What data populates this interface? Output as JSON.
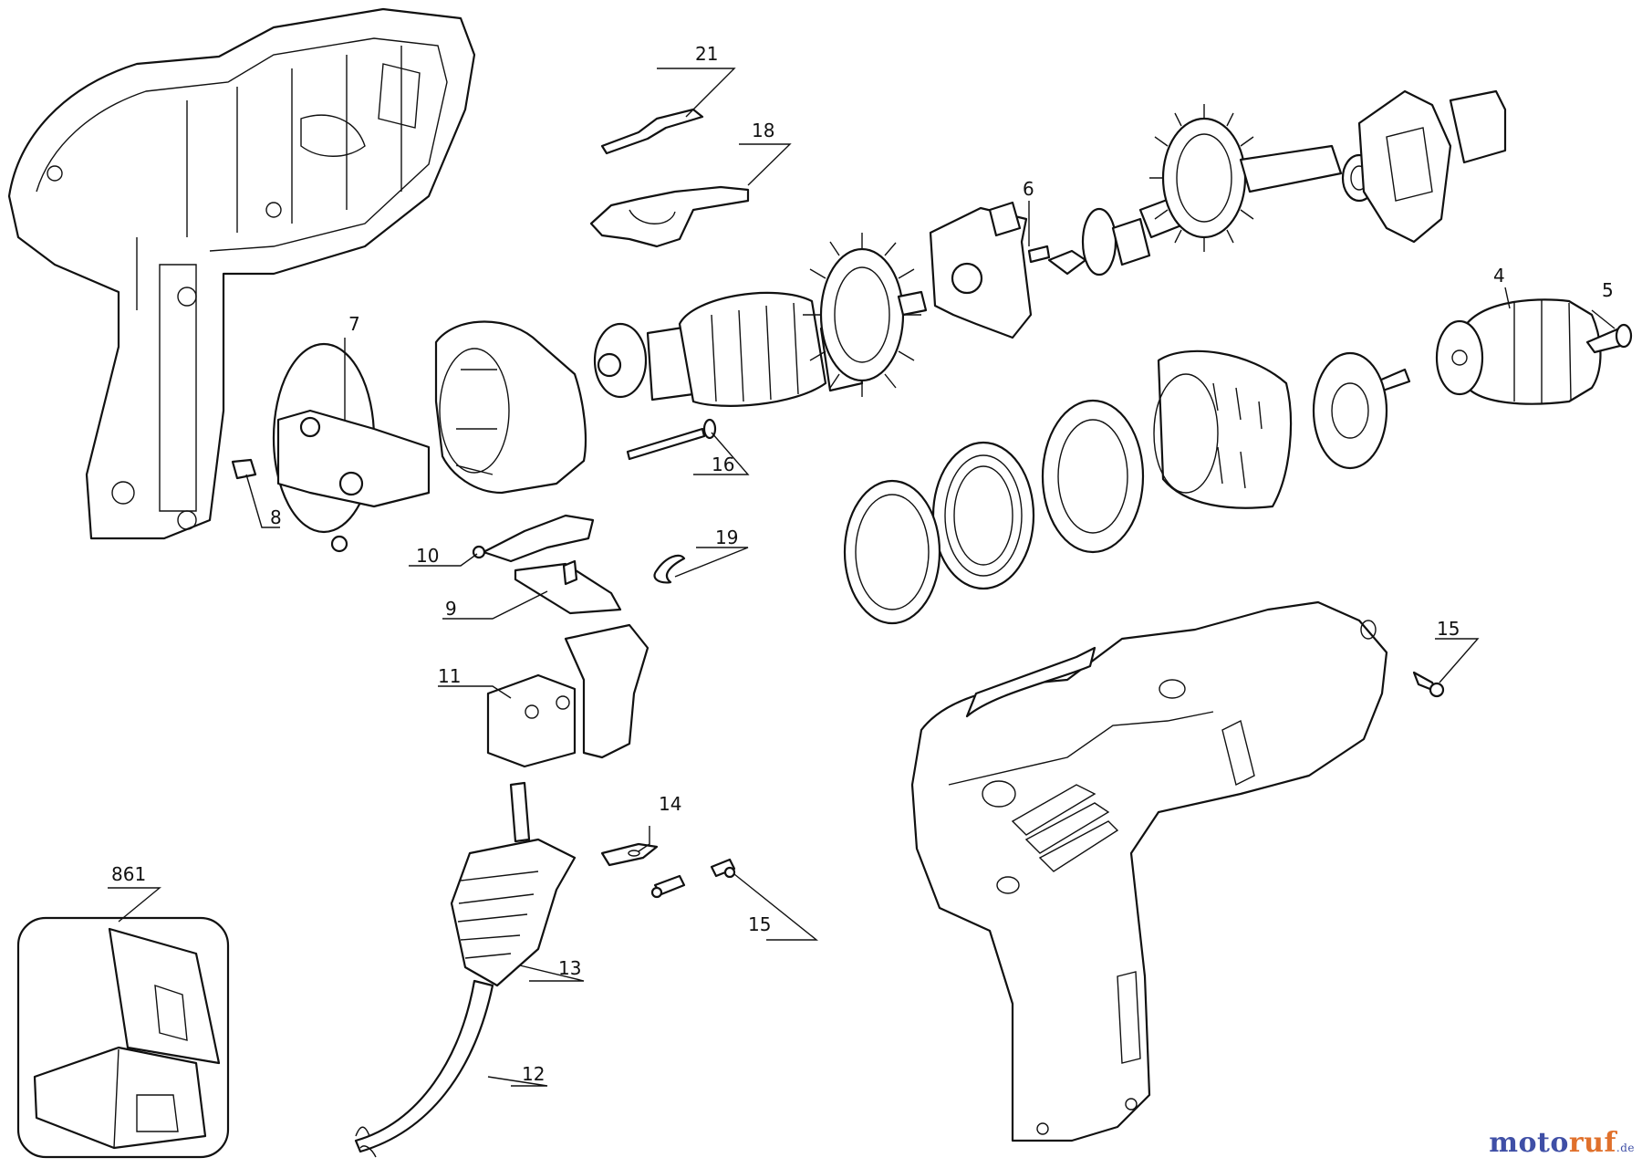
{
  "diagram": {
    "callouts": {
      "p21": "21",
      "p18": "18",
      "p6": "6",
      "p4": "4",
      "p5": "5",
      "p7": "7",
      "p8": "8",
      "p16": "16",
      "p10": "10",
      "p19": "19",
      "p9": "9",
      "p11": "11",
      "p15a": "15",
      "p14": "14",
      "p15b": "15",
      "p13": "13",
      "p12": "12",
      "p861": "861"
    }
  },
  "watermark": {
    "main_a": "moto",
    "main_b": "ruf",
    "tld": ".de"
  },
  "colors": {
    "line": "#111111",
    "watermark_blue": "#3f4fa6",
    "watermark_orange": "#e0702b"
  }
}
